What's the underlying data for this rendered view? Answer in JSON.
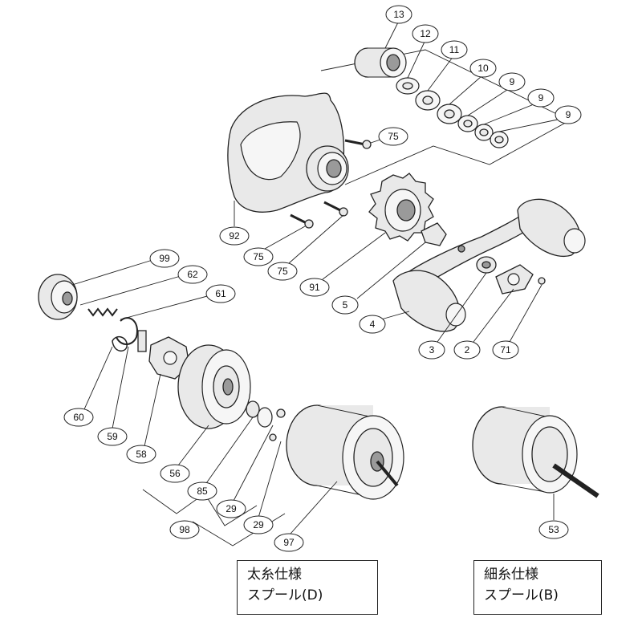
{
  "parts": {
    "p13": "13",
    "p12": "12",
    "p11": "11",
    "p10": "10",
    "p9a": "9",
    "p9b": "9",
    "p9c": "9",
    "p75a": "75",
    "p75b": "75",
    "p75c": "75",
    "p92": "92",
    "p91": "91",
    "p5": "5",
    "p4": "4",
    "p3": "3",
    "p2": "2",
    "p71": "71",
    "p99": "99",
    "p62": "62",
    "p61": "61",
    "p60": "60",
    "p59": "59",
    "p58": "58",
    "p56": "56",
    "p85": "85",
    "p29a": "29",
    "p29b": "29",
    "p98": "98",
    "p97": "97",
    "p53": "53"
  },
  "captions": {
    "spool_d": {
      "line1": "太糸仕様",
      "line2": "スプール(D)"
    },
    "spool_b": {
      "line1": "細糸仕様",
      "line2": "スプール(B)"
    }
  }
}
